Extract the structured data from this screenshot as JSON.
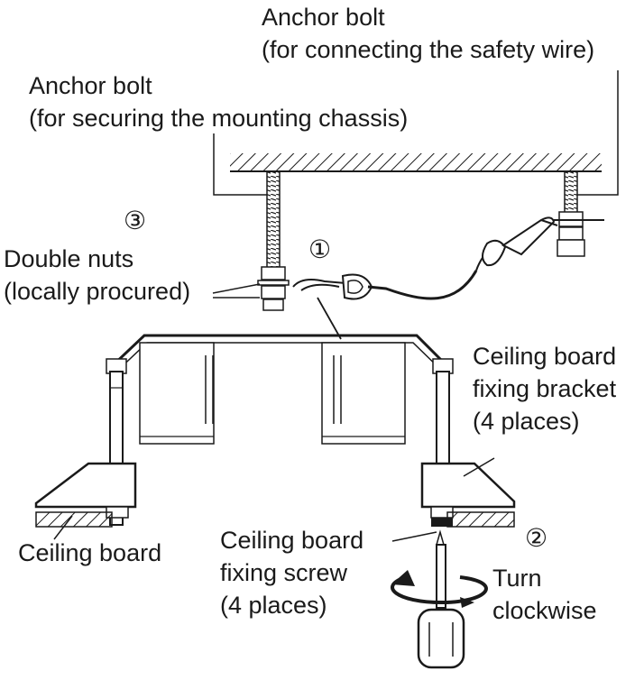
{
  "labels": {
    "anchor_bolt_safety_line1": "Anchor bolt",
    "anchor_bolt_safety_line2": "(for connecting the safety wire)",
    "anchor_bolt_chassis_line1": "Anchor bolt",
    "anchor_bolt_chassis_line2": "(for securing the mounting chassis)",
    "double_nuts_line1": "Double nuts",
    "double_nuts_line2": "(locally procured)",
    "bracket_line1": "Ceiling board",
    "bracket_line2": "fixing bracket",
    "bracket_line3": "(4 places)",
    "ceiling_board": "Ceiling board",
    "screw_line1": "Ceiling board",
    "screw_line2": "fixing screw",
    "screw_line3": "(4 places)",
    "turn_line1": "Turn",
    "turn_line2": "clockwise"
  },
  "steps": {
    "step1": "①",
    "step2": "②",
    "step3": "③"
  },
  "colors": {
    "line": "#1a1a1a",
    "background": "#ffffff"
  }
}
